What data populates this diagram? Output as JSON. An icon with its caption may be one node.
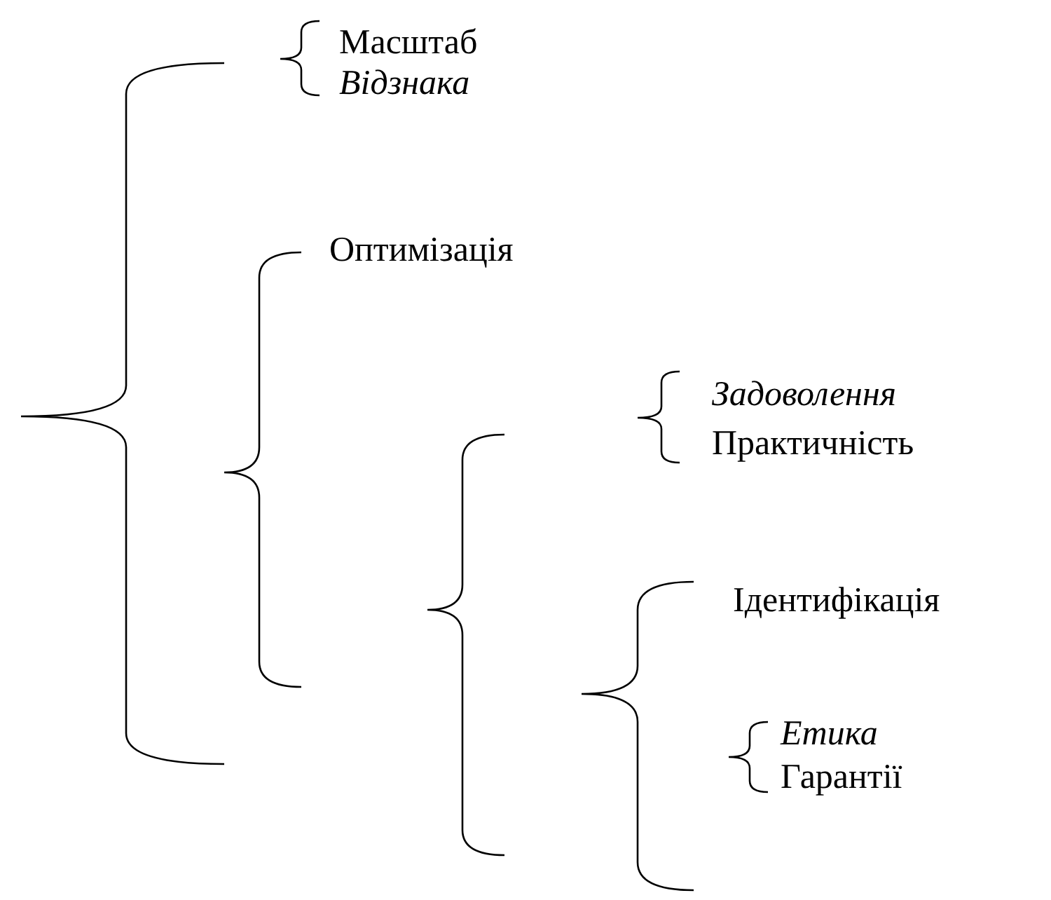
{
  "diagram": {
    "labels": [
      "Масштаб",
      "Відзнака",
      "Оптимізація",
      "Задоволення",
      "Практичність",
      "Ідентифікація",
      "Етика",
      "Гарантії"
    ]
  }
}
